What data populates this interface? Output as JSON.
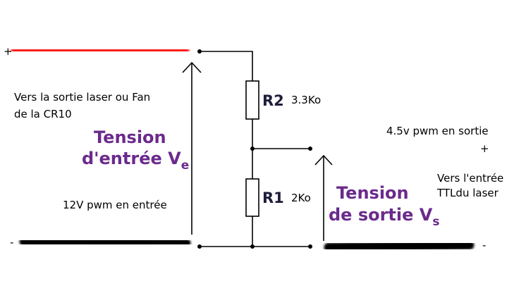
{
  "labels": {
    "plus_in": "+",
    "minus_in": "-",
    "plus_out": "+",
    "minus_out": "-",
    "source_line1": "Vers la sortie laser ou Fan",
    "source_line2": "de la CR10",
    "input_desc": "12V pwm en entrée",
    "output_desc": "4.5v pwm en sortie",
    "dest_line1": "Vers l'entrée",
    "dest_line2": "TTLdu laser"
  },
  "tension_in": {
    "line1": "Tension",
    "line2": "d'entrée V",
    "sub": "e"
  },
  "tension_out": {
    "line1": "Tension",
    "line2": "de sortie V",
    "sub": "s"
  },
  "resistors": {
    "r2": {
      "name": "R2",
      "value": "3.3Ko"
    },
    "r1": {
      "name": "R1",
      "value": "2Ko"
    }
  },
  "colors": {
    "positive_wire": "#ff1a1a",
    "negative_wire": "#000000",
    "heading": "#6b2a8c"
  }
}
